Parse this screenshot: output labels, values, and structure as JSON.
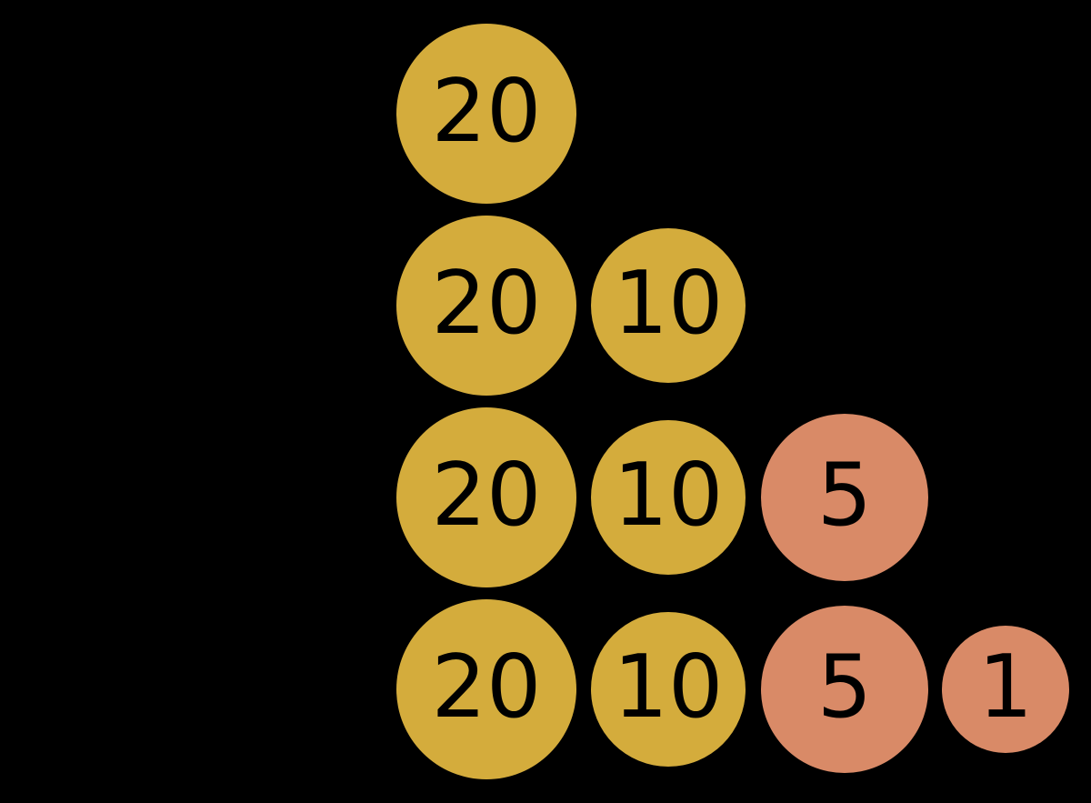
{
  "diagram": {
    "description_name": "coin-change-diagram",
    "background": "#000000",
    "label_color": "#000000",
    "colors": {
      "gold": "#D4AC3C",
      "copper": "#D98A67"
    },
    "coin_styles": {
      "20": {
        "diameter": 198,
        "color_key": "gold"
      },
      "10": {
        "diameter": 170,
        "color_key": "gold"
      },
      "5": {
        "diameter": 184,
        "color_key": "copper"
      },
      "1": {
        "diameter": 140,
        "color_key": "copper"
      }
    },
    "column_centers": {
      "20": 535,
      "10": 735,
      "5": 929,
      "1": 1106
    },
    "row_centers": [
      125,
      336,
      547,
      758
    ],
    "rows": [
      {
        "coins": [
          "20"
        ]
      },
      {
        "coins": [
          "20",
          "10"
        ]
      },
      {
        "coins": [
          "20",
          "10",
          "5"
        ]
      },
      {
        "coins": [
          "20",
          "10",
          "5",
          "1"
        ]
      }
    ]
  }
}
